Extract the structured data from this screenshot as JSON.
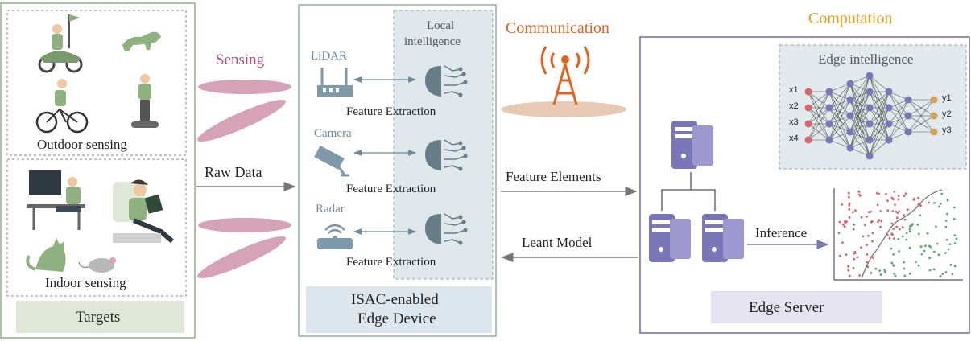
{
  "targets": {
    "outdoor_label": "Outdoor  sensing",
    "indoor_label": "Indoor sensing",
    "title": "Targets"
  },
  "flows": {
    "sensing": "Sensing",
    "raw_data": "Raw Data",
    "communication": "Communication",
    "computation": "Computation",
    "feature_elements": "Feature Elements",
    "leant_model": "Leant Model",
    "inference": "Inference"
  },
  "device": {
    "local_intelligence": [
      "Local",
      "intelligence"
    ],
    "sensors": [
      {
        "name": "LiDAR",
        "icon": "lidar-icon",
        "feature": "Feature Extraction"
      },
      {
        "name": "Camera",
        "icon": "camera-icon",
        "feature": "Feature Extraction"
      },
      {
        "name": "Radar",
        "icon": "radar-icon",
        "feature": "Feature Extraction"
      }
    ],
    "title": [
      "ISAC-enabled",
      "Edge Device"
    ]
  },
  "server": {
    "edge_intelligence": "Edge intelligence",
    "inputs": [
      "x1",
      "x2",
      "x3",
      "x4"
    ],
    "outputs": [
      "y1",
      "y2",
      "y3"
    ],
    "title": "Edge Server"
  },
  "colors": {
    "targets_border": "#8fae86",
    "device_border": "#8fb0aa",
    "server_border": "#6e6aa8",
    "sensing_text": "#b0507a",
    "communication_text": "#e2631f",
    "computation_text": "#e8a21a",
    "server_icon": "#7b76b8",
    "sensor_icon": "#7f99a8",
    "brain_icon": "#667c86",
    "wave": "#d6a2b8"
  }
}
